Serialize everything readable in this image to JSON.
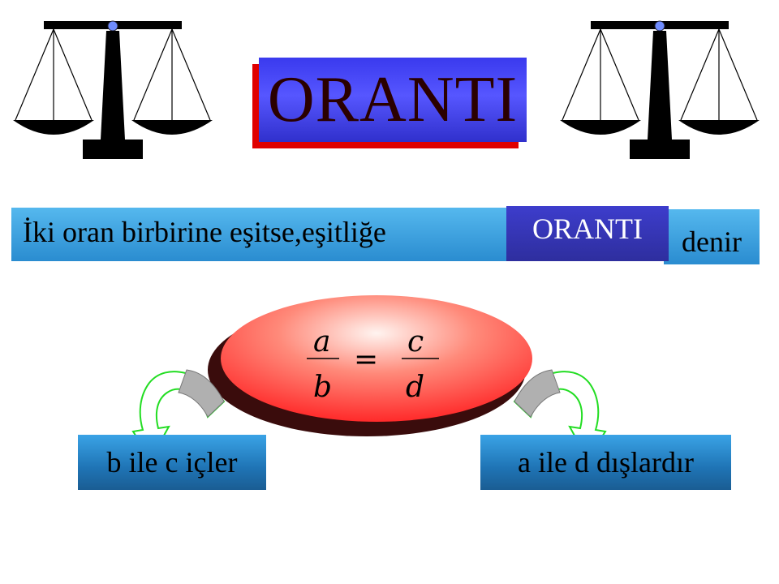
{
  "title": "ORANTI",
  "definition": {
    "sentence": "İki oran birbirine eşitse,eşitliğe",
    "highlight": "ORANTI",
    "suffix": "denir"
  },
  "equation": {
    "numerator_left": "a",
    "denominator_left": "b",
    "equals": "=",
    "numerator_right": "c",
    "denominator_right": "d"
  },
  "labels": {
    "inner": "b ile c içler",
    "outer": "a ile d dışlardır"
  },
  "icons": {
    "left": "balance-scale-icon",
    "right": "balance-scale-icon",
    "curved_arrow": "curved-arrow-icon"
  },
  "colors": {
    "title_fill": "#4444ee",
    "title_shadow": "#e00000",
    "bar_blue": "#3a9fe0",
    "ellipse_red": "#ff4444",
    "label_blue": "#2a82c8"
  }
}
